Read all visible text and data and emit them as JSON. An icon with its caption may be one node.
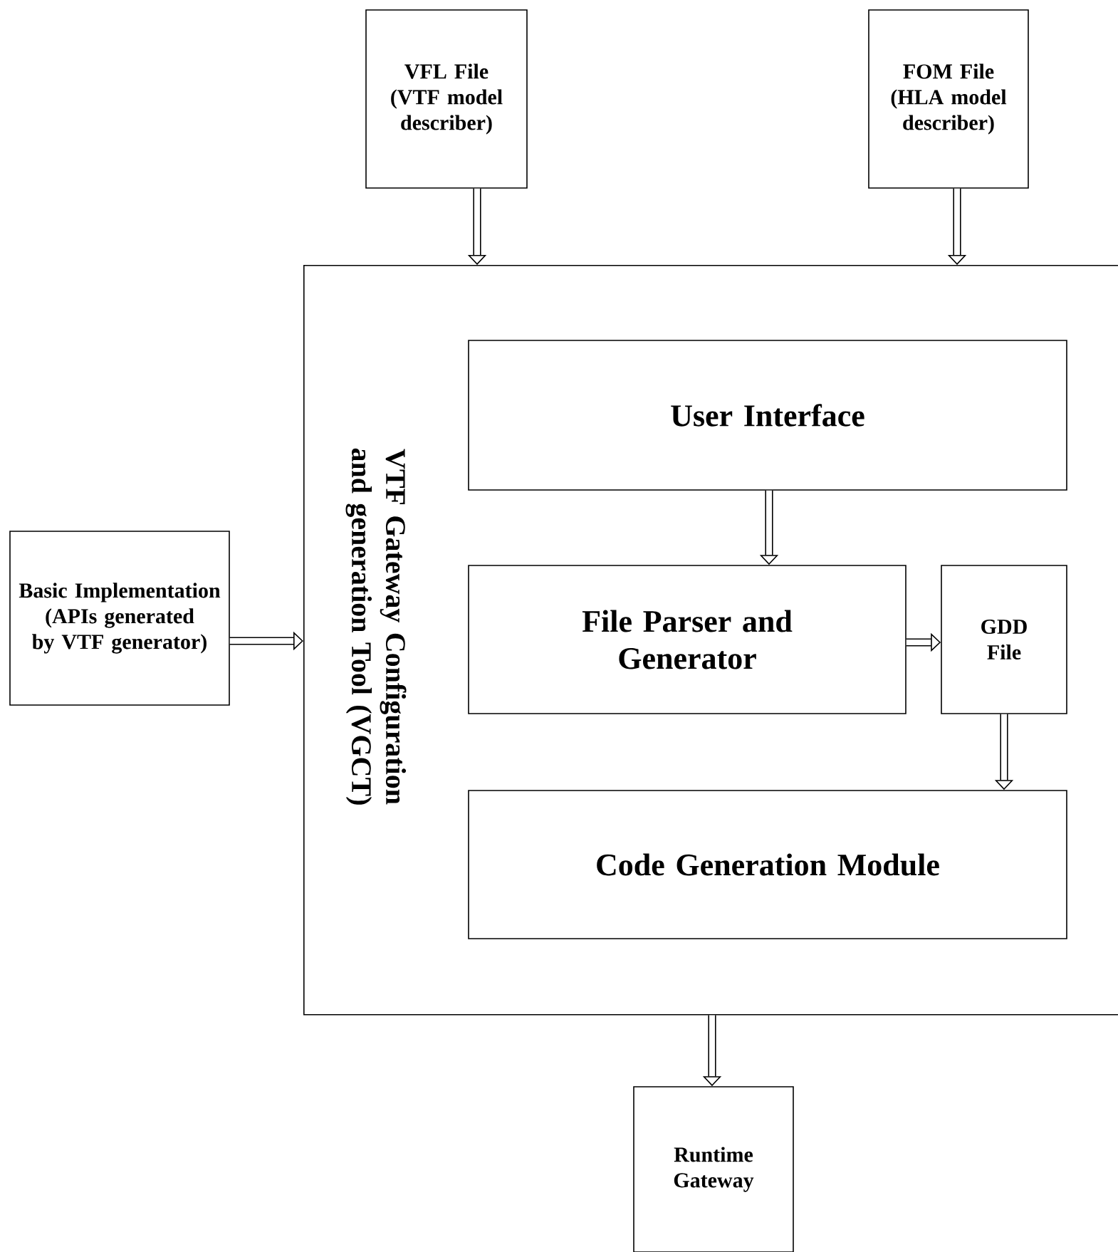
{
  "diagram": {
    "nodes": [
      {
        "text": [
          "VFL File (VTF model describer)"
        ]
      },
      {
        "text": [
          "FOM File (HLA model describer)"
        ]
      },
      {
        "text": [
          "VTF Gateway Configuration and generation Tool (VGCT)"
        ]
      },
      {
        "text": [
          "User Interface"
        ],
        "in": 2
      },
      {
        "text": [
          "File Parser and Generator"
        ],
        "in": 2
      },
      {
        "text": [
          "GDD File"
        ],
        "in": 2
      },
      {
        "text": [
          "Code Generation Module"
        ],
        "in": 2
      },
      {
        "text": [
          "Basic Implementation (APIs generated by VTF generator)"
        ]
      },
      {
        "text": [
          "Runtime Gateway"
        ]
      }
    ],
    "edges": [
      {
        "from": 0,
        "to": 2,
        "arrow": "to"
      },
      {
        "from": 1,
        "to": 2,
        "arrow": "to"
      },
      {
        "from": 7,
        "to": 2,
        "arrow": "to"
      },
      {
        "from": 3,
        "to": 4,
        "arrow": "to"
      },
      {
        "from": 4,
        "to": 5,
        "arrow": "to"
      },
      {
        "from": 5,
        "to": 6,
        "arrow": "to"
      },
      {
        "from": 2,
        "to": 8,
        "arrow": "to"
      }
    ]
  }
}
